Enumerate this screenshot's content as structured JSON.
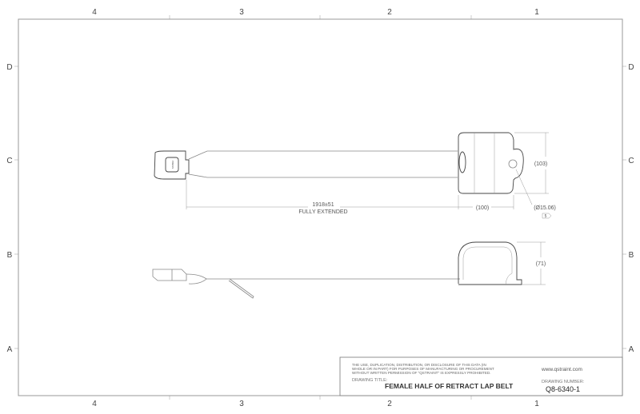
{
  "zones": {
    "columns": [
      "4",
      "3",
      "2",
      "1"
    ],
    "rows": [
      "D",
      "C",
      "B",
      "A"
    ]
  },
  "top_view": {
    "length_dim": "1918±51",
    "length_note": "FULLY EXTENDED",
    "retractor_width": "(100)",
    "retractor_height": "(103)",
    "hole_diameter": "(Ø15.06)",
    "note_flag": "5",
    "button_text": "PRESS"
  },
  "side_view": {
    "retractor_height": "(71)"
  },
  "title_block": {
    "disclaimer": [
      "THE USE, DUPLICATION, DISTRIBUTION, OR DISCLOSURE OF THIS DATA (IN",
      "WHOLE OR IN PART) FOR PURPOSES OF MANUFACTURING OR PROCUREMENT",
      "WITHOUT WRITTEN PERMISSION OF \"QSTRAINT\" IS EXPRESSLY PROHIBITED."
    ],
    "website": "www.qstraint.com",
    "drawing_title_label": "DRAWING TITLE:",
    "drawing_title": "FEMALE HALF OF RETRACT LAP BELT",
    "drawing_number_label": "DRAWING NUMBER:",
    "drawing_number": "Q8-6340-1"
  }
}
